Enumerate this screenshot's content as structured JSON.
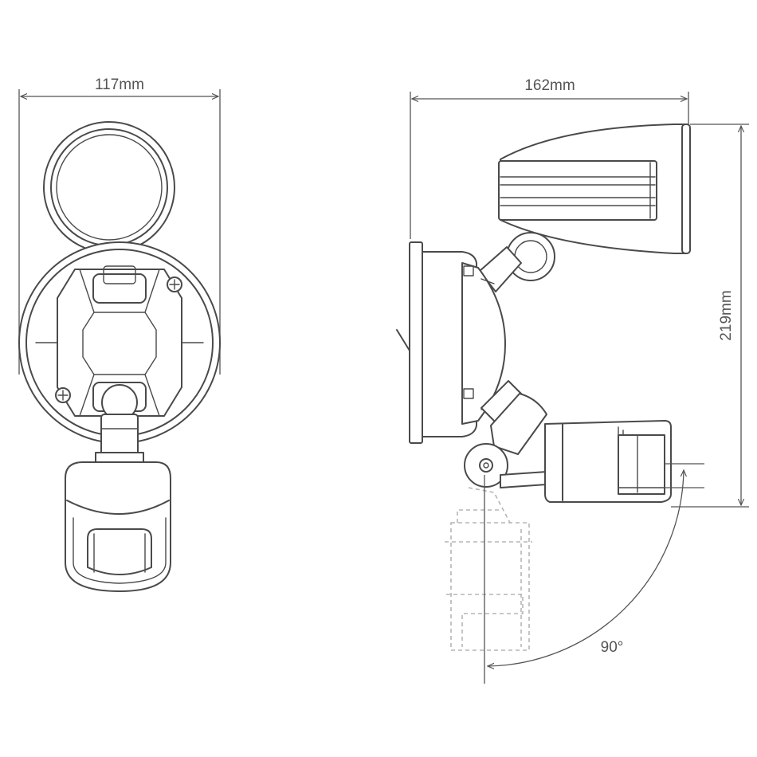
{
  "dimensions": {
    "front_width": "117mm",
    "side_width": "162mm",
    "side_height": "219mm",
    "sensor_rotation": "90°"
  },
  "colors": {
    "line": "#4a4a4a",
    "dimension_line": "#555555",
    "ghost_outline": "#b5b5b5",
    "background": "#ffffff"
  }
}
